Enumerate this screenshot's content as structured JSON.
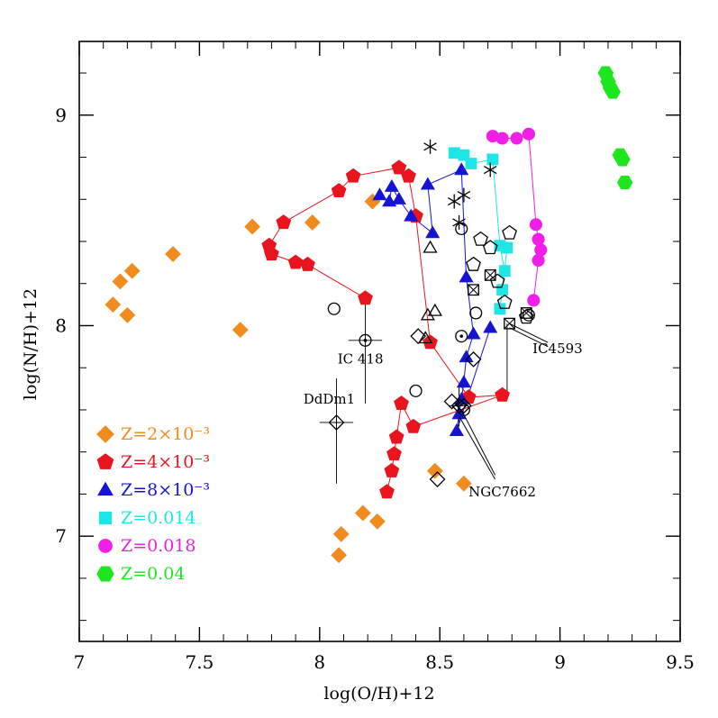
{
  "chart_data": {
    "type": "scatter",
    "xlabel": "log(O/H)+12",
    "ylabel": "log(N/H)+12",
    "xlim": [
      7.0,
      9.5
    ],
    "ylim": [
      6.5,
      9.35
    ],
    "xticks": [
      7,
      7.5,
      8,
      8.5,
      9,
      9.5
    ],
    "xtick_labels": [
      "7",
      "7.5",
      "8",
      "8.5",
      "9",
      "9.5"
    ],
    "yticks": [
      7,
      8,
      9
    ],
    "ytick_labels": [
      "7",
      "8",
      "9"
    ],
    "minor_x_step": 0.1,
    "minor_y_step": 0.2,
    "grid": false,
    "legend_position": "bottom-left",
    "series": [
      {
        "name": "Z=2×10⁻³",
        "color": "#f08c1e",
        "marker": "diamond",
        "connected": false,
        "points": [
          [
            7.14,
            8.1
          ],
          [
            7.17,
            8.21
          ],
          [
            7.22,
            8.26
          ],
          [
            7.2,
            8.05
          ],
          [
            7.39,
            8.34
          ],
          [
            7.67,
            7.98
          ],
          [
            7.72,
            8.47
          ],
          [
            7.97,
            8.49
          ],
          [
            8.22,
            8.59
          ],
          [
            8.48,
            7.31
          ],
          [
            8.6,
            7.25
          ],
          [
            8.18,
            7.11
          ],
          [
            8.24,
            7.07
          ],
          [
            8.09,
            7.01
          ],
          [
            8.08,
            6.91
          ]
        ]
      },
      {
        "name": "Z=4×10⁻³",
        "color": "#e8141e",
        "marker": "pentagon",
        "connected": true,
        "points": [
          [
            8.19,
            8.13
          ],
          [
            7.95,
            8.29
          ],
          [
            7.9,
            8.3
          ],
          [
            7.8,
            8.34
          ],
          [
            7.79,
            8.38
          ],
          [
            7.85,
            8.49
          ],
          [
            8.08,
            8.64
          ],
          [
            8.14,
            8.71
          ],
          [
            8.33,
            8.75
          ],
          [
            8.37,
            8.71
          ],
          [
            8.4,
            8.52
          ],
          [
            8.46,
            7.92
          ],
          [
            8.62,
            7.66
          ],
          [
            8.76,
            7.67
          ],
          [
            8.39,
            7.52
          ],
          [
            8.34,
            7.63
          ],
          [
            8.32,
            7.47
          ],
          [
            8.31,
            7.39
          ],
          [
            8.3,
            7.31
          ],
          [
            8.28,
            7.21
          ]
        ]
      },
      {
        "name": "Z=8×10⁻³",
        "color": "#1414d2",
        "marker": "triangle",
        "connected": true,
        "points": [
          [
            8.25,
            8.62
          ],
          [
            8.29,
            8.59
          ],
          [
            8.3,
            8.66
          ],
          [
            8.33,
            8.6
          ],
          [
            8.38,
            8.52
          ],
          [
            8.47,
            8.44
          ],
          [
            8.45,
            8.67
          ],
          [
            8.59,
            8.74
          ],
          [
            8.61,
            8.23
          ],
          [
            8.64,
            7.96
          ],
          [
            8.61,
            7.85
          ],
          [
            8.6,
            7.73
          ],
          [
            8.59,
            7.65
          ],
          [
            8.58,
            7.58
          ],
          [
            8.57,
            7.5
          ],
          [
            8.71,
            7.99
          ]
        ]
      },
      {
        "name": "Z=0.014",
        "color": "#1ee6e6",
        "marker": "square",
        "connected": true,
        "points": [
          [
            8.56,
            8.82
          ],
          [
            8.6,
            8.81
          ],
          [
            8.63,
            8.77
          ],
          [
            8.72,
            8.79
          ],
          [
            8.75,
            8.38
          ],
          [
            8.77,
            8.26
          ],
          [
            8.76,
            8.17
          ],
          [
            8.75,
            8.08
          ],
          [
            8.78,
            8.37
          ]
        ]
      },
      {
        "name": "Z=0.018",
        "color": "#f01ee6",
        "marker": "circle",
        "connected": true,
        "points": [
          [
            8.72,
            8.9
          ],
          [
            8.76,
            8.89
          ],
          [
            8.82,
            8.89
          ],
          [
            8.87,
            8.91
          ],
          [
            8.9,
            8.48
          ],
          [
            8.91,
            8.41
          ],
          [
            8.92,
            8.36
          ],
          [
            8.91,
            8.31
          ],
          [
            8.89,
            8.12
          ]
        ]
      },
      {
        "name": "Z=0.04",
        "color": "#1ee61e",
        "marker": "hexagon",
        "connected": false,
        "points": [
          [
            9.19,
            9.2
          ],
          [
            9.2,
            9.16
          ],
          [
            9.21,
            9.13
          ],
          [
            9.22,
            9.11
          ],
          [
            9.25,
            8.81
          ],
          [
            9.26,
            8.79
          ],
          [
            9.27,
            8.68
          ]
        ]
      }
    ],
    "observed": [
      {
        "marker": "circle",
        "points": [
          [
            8.06,
            8.08
          ],
          [
            8.4,
            7.69
          ],
          [
            8.6,
            7.6
          ],
          [
            8.65,
            8.06
          ],
          [
            8.87,
            8.05
          ],
          [
            8.59,
            8.46
          ]
        ]
      },
      {
        "marker": "circle-dot",
        "points": [
          [
            8.19,
            7.93
          ],
          [
            8.59,
            7.95
          ]
        ]
      },
      {
        "marker": "triangle",
        "points": [
          [
            8.45,
            8.05
          ],
          [
            8.48,
            8.07
          ],
          [
            8.46,
            8.37
          ],
          [
            8.44,
            7.94
          ]
        ]
      },
      {
        "marker": "diamond",
        "points": [
          [
            8.41,
            7.95
          ],
          [
            8.55,
            7.64
          ],
          [
            8.6,
            7.62
          ],
          [
            8.64,
            7.84
          ],
          [
            8.49,
            7.27
          ]
        ]
      },
      {
        "marker": "diamond-plus",
        "points": [
          [
            8.07,
            7.54
          ],
          [
            8.58,
            7.62
          ]
        ]
      },
      {
        "marker": "pentagon",
        "points": [
          [
            8.64,
            8.29
          ],
          [
            8.67,
            8.41
          ],
          [
            8.71,
            8.37
          ],
          [
            8.79,
            8.44
          ],
          [
            8.77,
            8.11
          ],
          [
            8.86,
            8.04
          ],
          [
            8.74,
            8.21
          ]
        ]
      },
      {
        "marker": "square-x",
        "points": [
          [
            8.64,
            8.17
          ],
          [
            8.71,
            8.24
          ],
          [
            8.79,
            8.01
          ],
          [
            8.86,
            8.06
          ]
        ]
      },
      {
        "marker": "star",
        "points": [
          [
            8.46,
            8.85
          ],
          [
            8.56,
            8.59
          ],
          [
            8.6,
            8.62
          ],
          [
            8.58,
            8.49
          ],
          [
            8.71,
            8.74
          ]
        ]
      }
    ],
    "error_bars": [
      {
        "x": 8.19,
        "y": 7.93,
        "xerr": 0.07,
        "ylow": 7.63,
        "yhigh": 8.13
      },
      {
        "x": 8.07,
        "y": 7.54,
        "xerr": 0.07,
        "ylow": 7.25,
        "yhigh": 7.75
      },
      {
        "x": 8.58,
        "y": 7.62,
        "xerr": 0.04,
        "ylow": 7.52,
        "yhigh": 7.72
      },
      {
        "x": 8.78,
        "y": 8.01,
        "xerr": 0.0,
        "ylow": 7.66,
        "yhigh": 8.01
      }
    ],
    "annotations": [
      {
        "text": "IC 418",
        "x": 8.17,
        "y": 7.82
      },
      {
        "text": "DdDm1",
        "x": 8.04,
        "y": 7.63
      },
      {
        "text": "IC4593",
        "x": 8.99,
        "y": 7.87
      },
      {
        "text": "NGC7662",
        "x": 8.76,
        "y": 7.19
      }
    ],
    "arrows": [
      {
        "from": [
          8.95,
          7.9
        ],
        "to": [
          8.79,
          7.99
        ]
      },
      {
        "from": [
          8.95,
          7.92
        ],
        "to": [
          8.79,
          8.01
        ]
      },
      {
        "from": [
          8.73,
          7.27
        ],
        "to": [
          8.58,
          7.57
        ]
      },
      {
        "from": [
          8.73,
          7.29
        ],
        "to": [
          8.59,
          7.6
        ]
      }
    ]
  }
}
